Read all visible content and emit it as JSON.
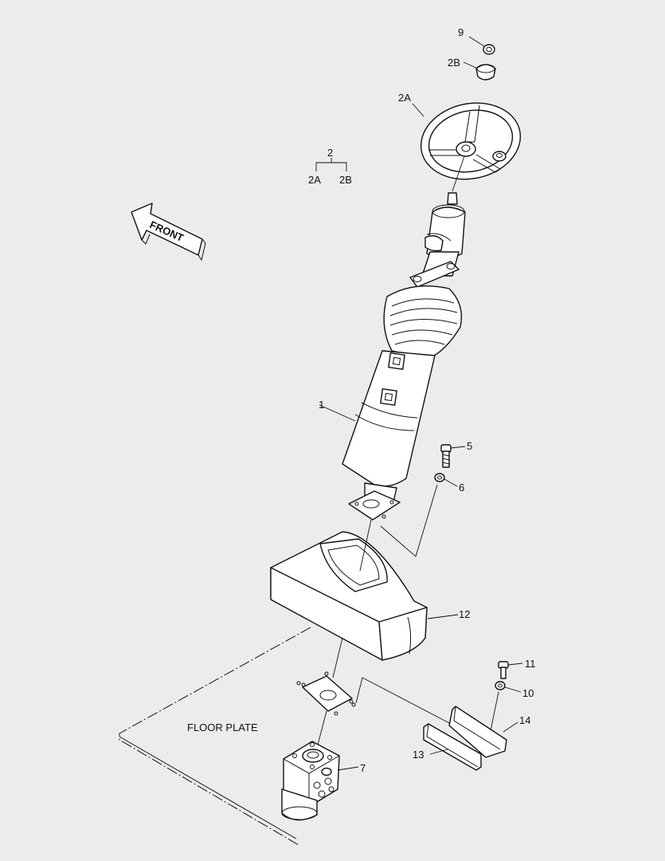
{
  "diagram": {
    "assembly_label": "2",
    "assembly_children": [
      "2A",
      "2B"
    ],
    "front_arrow_text": "FRONT",
    "floor_plate_text": "FLOOR PLATE",
    "callouts": [
      "9",
      "2B",
      "2A",
      "1",
      "5",
      "6",
      "12",
      "11",
      "10",
      "14",
      "13",
      "7"
    ]
  }
}
